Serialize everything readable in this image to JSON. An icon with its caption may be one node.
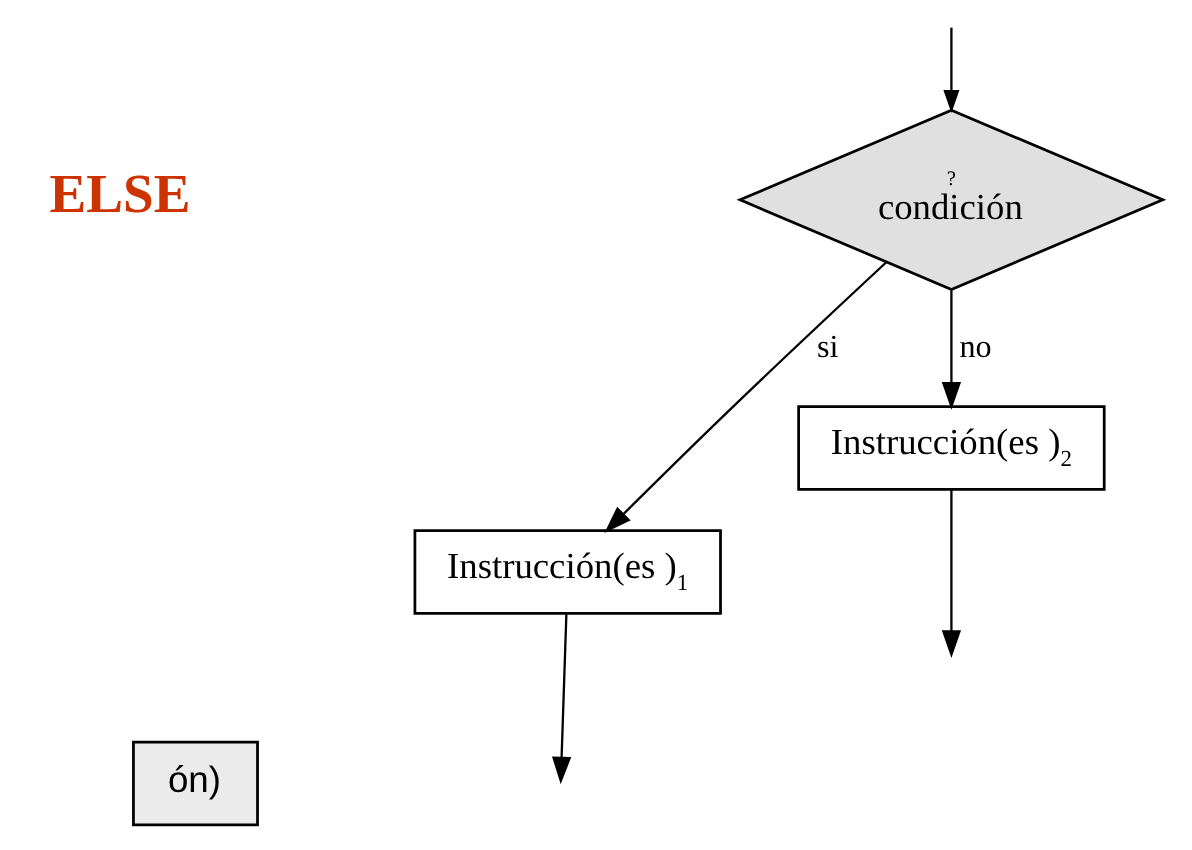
{
  "diagram": {
    "nodes": [
      {
        "text": [
          "?",
          "condición"
        ]
      },
      {
        "text": [
          "Instrucción(es )$_{1}$"
        ]
      },
      {
        "text": [
          "Instrucción(es )$_{2}$"
        ]
      },
      {
        "text": [
          "ón)"
        ]
      }
    ],
    "edges": [
      {
        "from": null,
        "to": 0,
        "arrow": "to"
      },
      {
        "from": 0,
        "to": 1,
        "label": "si",
        "arrow": "to"
      },
      {
        "from": 0,
        "to": 2,
        "label": "no",
        "arrow": "to"
      },
      {
        "from": 1,
        "to": null,
        "arrow": "to"
      },
      {
        "from": 2,
        "to": null,
        "arrow": "to"
      }
    ],
    "labels": [
      "ELSE"
    ]
  }
}
